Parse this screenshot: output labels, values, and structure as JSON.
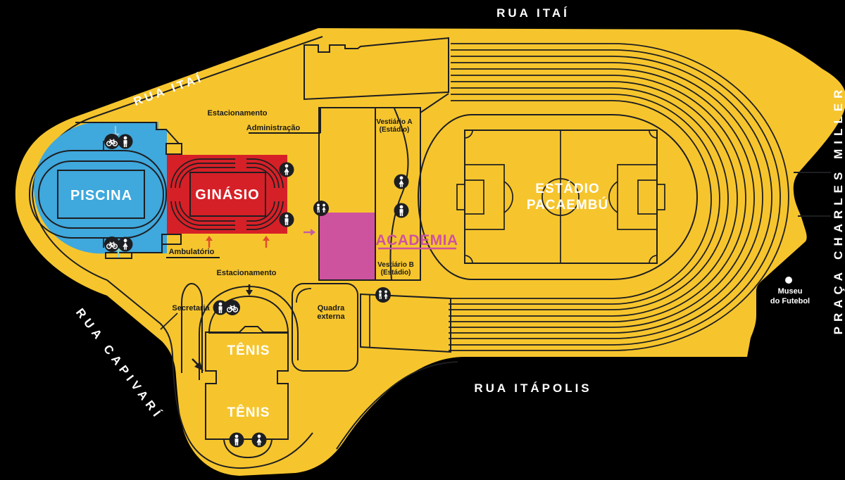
{
  "map": {
    "streets": {
      "rua_itai_top": "RUA ITAÍ",
      "rua_itai_northwest": "RUA ITAÍ",
      "rua_capivari": "RUA CAPIVARÍ",
      "rua_itapolis": "RUA ITÁPOLIS",
      "praca_charles_miller": "PRAÇA CHARLES MILLER"
    },
    "venues": {
      "piscina": "PISCINA",
      "ginasio": "GINÁSIO",
      "academia": "ACADEMIA",
      "estadio_line1": "ESTÁDIO",
      "estadio_line2": "PACAEMBÚ",
      "tenis_norte": "TÊNIS",
      "tenis_sul": "TÊNIS"
    },
    "labels": {
      "estacionamento_norte": "Estacionamento",
      "administracao": "Administração",
      "ambulatorio": "Ambulatório",
      "estacionamento_sul": "Estacionamento",
      "secretaria": "Secretaria",
      "vestiario_a_line1": "Vestiário A",
      "vestiario_a_line2": "(Estádio)",
      "vestiario_b_line1": "Vestiário B",
      "vestiario_b_line2": "(Estádio)",
      "quadra_externa_line1": "Quadra",
      "quadra_externa_line2": "externa",
      "museu_line1": "Museu",
      "museu_line2": "do Futebol"
    },
    "icons": {
      "bike": "bicycle-parking-icon",
      "male": "mens-restroom-icon",
      "female": "womens-restroom-icon",
      "wc": "unisex-restroom-icon",
      "museum_dot": "museum-location-dot"
    },
    "colors": {
      "background": "#000000",
      "ground": "#F6C52D",
      "pool": "#3FA8DC",
      "gym": "#D62027",
      "field": "#3BBD9E",
      "academy": "#CE539F",
      "line": "#1D1E21",
      "label": "#1A1A1A",
      "arrow_blue": "#8FC8E8",
      "arrow_teal": "#93D2C4",
      "arrow_red": "#E04B2F",
      "arrow_pink": "#C45CA5"
    }
  }
}
